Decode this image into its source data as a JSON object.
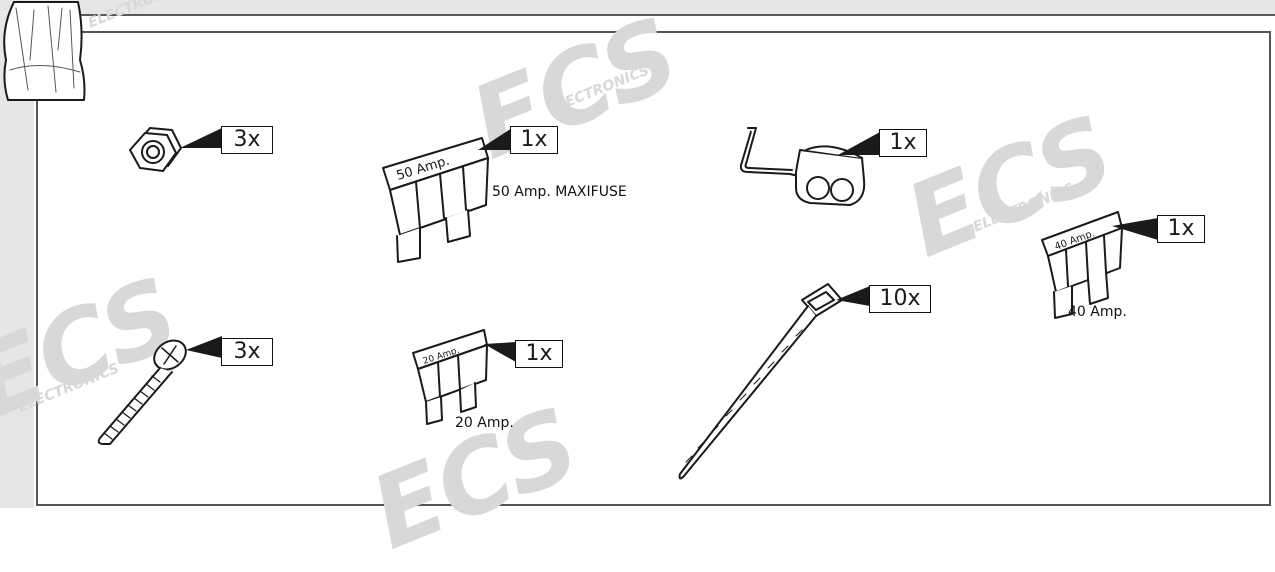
{
  "watermark": {
    "logo": "ECS",
    "sub": "ELECTRONICS"
  },
  "items": {
    "nut": {
      "qty": "3x"
    },
    "fuse50": {
      "qty": "1x",
      "fuse_label": "50 Amp.",
      "caption": "50 Amp. MAXIFUSE"
    },
    "clip": {
      "qty": "1x"
    },
    "fuse40": {
      "qty": "1x",
      "fuse_label": "40 Amp.",
      "caption": "40 Amp."
    },
    "screw": {
      "qty": "3x"
    },
    "fuse20": {
      "qty": "1x",
      "fuse_label": "20 Amp.",
      "caption": "20 Amp."
    },
    "cable_tie": {
      "qty": "10x"
    }
  },
  "colors": {
    "line": "#1a1a1a",
    "fill": "#ffffff",
    "watermark": "#d8d8d8"
  }
}
